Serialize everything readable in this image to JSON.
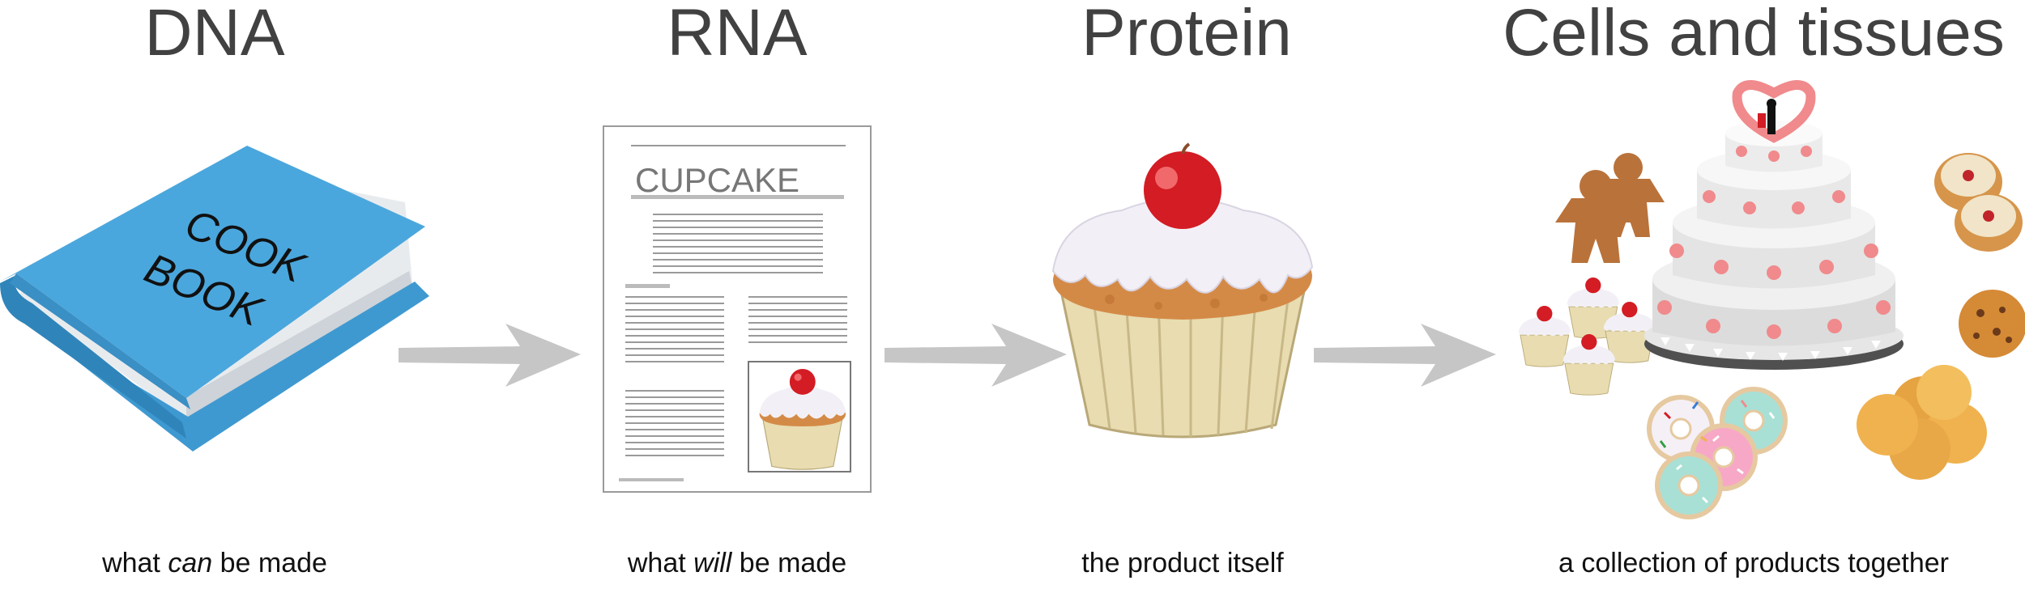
{
  "stages": [
    {
      "title": "DNA",
      "caption_pre": "what ",
      "caption_em": "can",
      "caption_post": " be made"
    },
    {
      "title": "RNA",
      "caption_pre": "what ",
      "caption_em": "will",
      "caption_post": " be made"
    },
    {
      "title": "Protein",
      "caption_pre": "the product itself",
      "caption_em": "",
      "caption_post": ""
    },
    {
      "title": "Cells and tissues",
      "caption_pre": "a collection of products together",
      "caption_em": "",
      "caption_post": ""
    }
  ],
  "book": {
    "line1": "COOK",
    "line2": "BOOK"
  },
  "recipe": {
    "heading": "CUPCAKE"
  },
  "colors": {
    "book_blue": "#4aa7dd",
    "arrow_gray": "#c6c6c6",
    "cherry_red": "#d31c24",
    "frosting": "#f2f0f6",
    "cake_brown": "#d48a47",
    "liner": "#e8dcb0",
    "cake_pink": "#f08a8c"
  },
  "icons": [
    "cook-book-icon",
    "recipe-sheet-icon",
    "cupcake-icon",
    "bakery-collection-icon",
    "arrow-right-icon"
  ]
}
